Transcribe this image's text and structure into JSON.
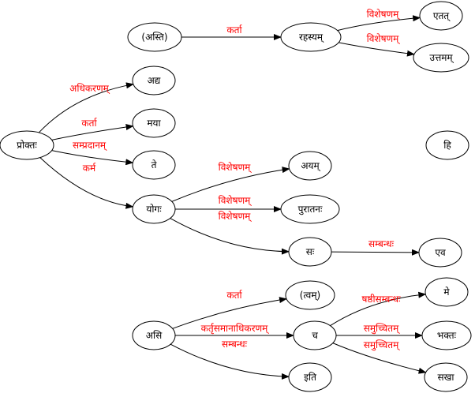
{
  "colors": {
    "edge_label": "#ff0000",
    "node_stroke": "#000000",
    "edge": "#000000"
  },
  "nodes": [
    {
      "id": "asti1",
      "label": "(अस्ति)"
    },
    {
      "id": "rahasyam",
      "label": "रहस्यम्"
    },
    {
      "id": "etat",
      "label": "एतत्"
    },
    {
      "id": "uttamam",
      "label": "उत्तमम्"
    },
    {
      "id": "adya",
      "label": "अद्य"
    },
    {
      "id": "mayaa",
      "label": "मया"
    },
    {
      "id": "proktah",
      "label": "प्रोक्तः"
    },
    {
      "id": "hi",
      "label": "हि"
    },
    {
      "id": "te",
      "label": "ते"
    },
    {
      "id": "ayam",
      "label": "अयम्"
    },
    {
      "id": "yogah",
      "label": "योगः"
    },
    {
      "id": "puraatanah",
      "label": "पुरातनः"
    },
    {
      "id": "sah",
      "label": "सः"
    },
    {
      "id": "eva",
      "label": "एव"
    },
    {
      "id": "tvam",
      "label": "(त्वम्)"
    },
    {
      "id": "me",
      "label": "मे"
    },
    {
      "id": "asi",
      "label": "असि"
    },
    {
      "id": "ca",
      "label": "च"
    },
    {
      "id": "bhaktah",
      "label": "भक्तः"
    },
    {
      "id": "iti",
      "label": "इति"
    },
    {
      "id": "sakhaa",
      "label": "सखा"
    }
  ],
  "edges": [
    {
      "from": "asti1",
      "to": "rahasyam",
      "label": "कर्ता"
    },
    {
      "from": "rahasyam",
      "to": "etat",
      "label": "विशेषणम्"
    },
    {
      "from": "rahasyam",
      "to": "uttamam",
      "label": "विशेषणम्"
    },
    {
      "from": "proktah",
      "to": "adya",
      "label": "अधिकरणम्"
    },
    {
      "from": "proktah",
      "to": "mayaa",
      "label": "कर्ता"
    },
    {
      "from": "proktah",
      "to": "te",
      "label": "सम्प्रदानम्"
    },
    {
      "from": "proktah",
      "to": "yogah",
      "label": "कर्म"
    },
    {
      "from": "yogah",
      "to": "ayam",
      "label": "विशेषणम्"
    },
    {
      "from": "yogah",
      "to": "puraatanah",
      "label": "विशेषणम्"
    },
    {
      "from": "yogah",
      "to": "sah",
      "label": "विशेषणम्"
    },
    {
      "from": "sah",
      "to": "eva",
      "label": "सम्बन्धः"
    },
    {
      "from": "asi",
      "to": "tvam",
      "label": "कर्ता"
    },
    {
      "from": "asi",
      "to": "ca",
      "label": "कर्तृसमानाधिकरणम्"
    },
    {
      "from": "asi",
      "to": "iti",
      "label": "सम्बन्धः"
    },
    {
      "from": "ca",
      "to": "me",
      "label": "षष्ठीसम्बन्धः"
    },
    {
      "from": "ca",
      "to": "bhaktah",
      "label": "समुच्चितम्"
    },
    {
      "from": "ca",
      "to": "sakhaa",
      "label": "समुच्चितम्"
    }
  ]
}
